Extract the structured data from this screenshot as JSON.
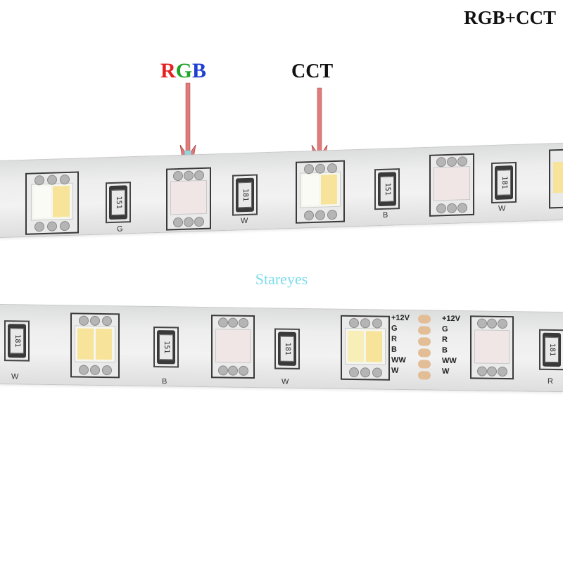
{
  "title": "RGB+CCT",
  "arrow_labels": {
    "rgb": [
      "R",
      "G",
      "B"
    ],
    "cct": "CCT"
  },
  "watermark": "Stareyes",
  "strip_top": {
    "resistor_codes": [
      "151",
      "181",
      "151",
      "181"
    ],
    "silk_labels": [
      "G",
      "W",
      "B",
      "W"
    ]
  },
  "strip_bottom": {
    "resistor_codes": [
      "181",
      "151",
      "181",
      "181"
    ],
    "silk_labels": [
      "W",
      "B",
      "W",
      "R"
    ],
    "connector_left": [
      "+12V",
      "G",
      "R",
      "B",
      "WW",
      "W"
    ],
    "connector_right": [
      "+12V",
      "G",
      "R",
      "B",
      "WW",
      "W"
    ]
  },
  "colors": {
    "r": "#e62020",
    "g": "#22a32a",
    "b": "#1f3fcf",
    "watermark": "#7fdcec",
    "arrow": "#e07b7b"
  }
}
